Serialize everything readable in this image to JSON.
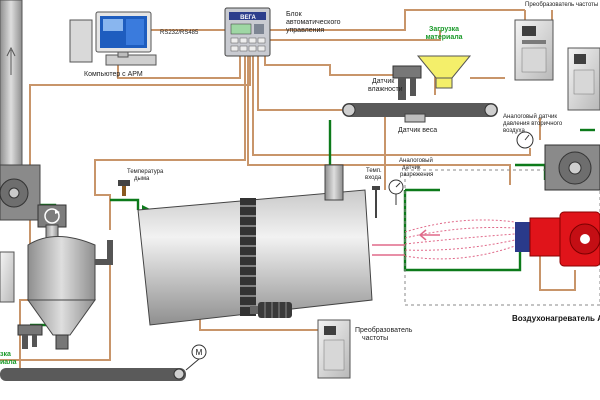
{
  "labels": {
    "computer": "Компьютер с АРМ",
    "interface": "RS232/RS485",
    "control_unit_brand": "ВЕГА",
    "control_unit_line1": "Блок",
    "control_unit_line2": "автоматического",
    "control_unit_line3": "управления",
    "material_loading_line1": "Загрузка",
    "material_loading_line2": "материала",
    "frequency_converter_top": "Преобразователь частоты",
    "humidity_sensor_line1": "Датчик",
    "humidity_sensor_line2": "влажности",
    "weight_sensor": "Датчик веса",
    "secondary_air_line1": "Аналоговый датчик",
    "secondary_air_line2": "давления вторичного",
    "secondary_air_line3": "воздуха",
    "smoke_temp_line1": "Температура",
    "smoke_temp_line2": "дыма",
    "inlet_temp_line1": "Темп.",
    "inlet_temp_line2": "входа",
    "vacuum_sensor_line1": "Аналоговый",
    "vacuum_sensor_line2": "датчик",
    "vacuum_sensor_line3": "разрежения",
    "frequency_converter_bottom_line1": "Преобразователь",
    "frequency_converter_bottom_line2": "частоты",
    "motor_symbol": "M",
    "air_heater": "Воздухонагреватель А",
    "bottom_left_green_line1": "зка",
    "bottom_left_green_line2": "иала"
  },
  "colors": {
    "signal_wire": "#c8956a",
    "gas_path": "#0c7a1a",
    "burner": "#e0141a",
    "flame": "#e06a8a",
    "equipment_gray": "#9a9a9a",
    "hopper_yellow": "#f4ef6a"
  },
  "icons": [
    "computer-icon",
    "control-unit-icon",
    "frequency-converter-icon",
    "pressure-gauge-icon",
    "motor-icon",
    "fan-icon",
    "burner-icon",
    "temperature-probe-icon",
    "humidity-sensor-icon"
  ]
}
